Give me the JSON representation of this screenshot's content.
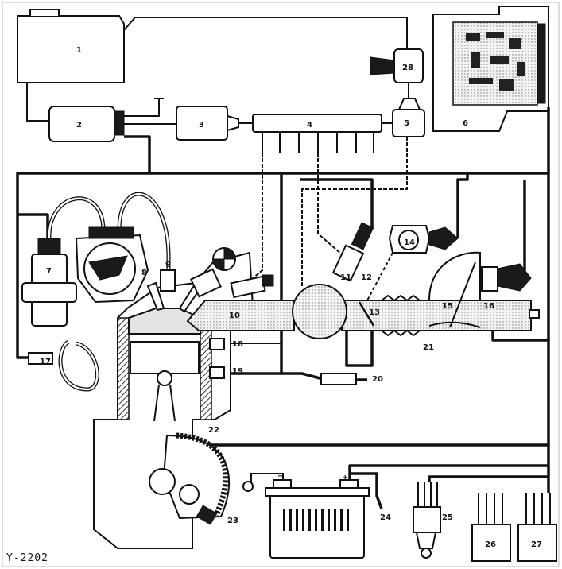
{
  "diagram": {
    "figure_code": "Y-2202",
    "labels": [
      "1",
      "2",
      "3",
      "4",
      "5",
      "6",
      "7",
      "8",
      "9",
      "10",
      "11",
      "12",
      "13",
      "14",
      "15",
      "16",
      "17",
      "18",
      "19",
      "20",
      "21",
      "22",
      "23",
      "24",
      "25",
      "26",
      "27",
      "28"
    ],
    "battery_minus": "−",
    "battery_plus": "+"
  }
}
